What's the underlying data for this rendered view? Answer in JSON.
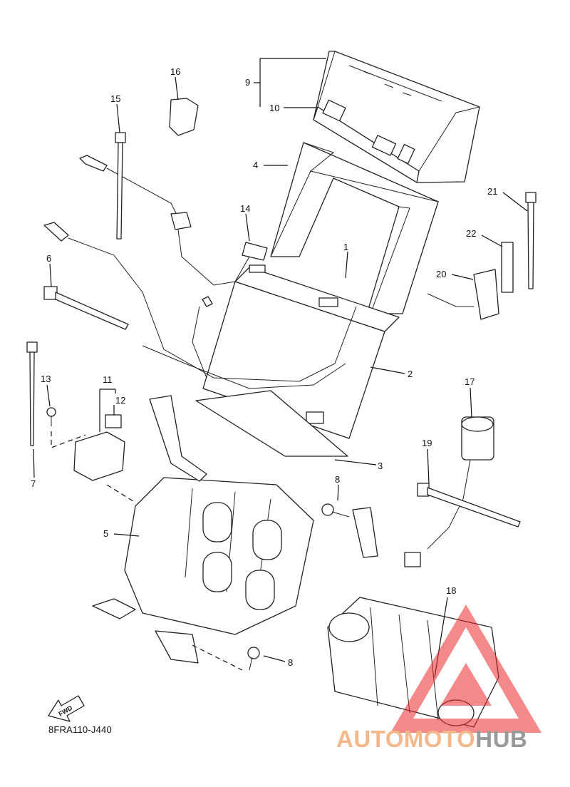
{
  "figure_code": "8FRA110-J440",
  "fwd_label": "FWD",
  "callouts": {
    "c1": "1",
    "c2": "2",
    "c3": "3",
    "c4": "4",
    "c5": "5",
    "c6": "6",
    "c7": "7",
    "c8a": "8",
    "c8b": "8",
    "c9": "9",
    "c10": "10",
    "c11": "11",
    "c12": "12",
    "c13": "13",
    "c14": "14",
    "c15": "15",
    "c16": "16",
    "c17": "17",
    "c18": "18",
    "c19": "19",
    "c20": "20",
    "c21": "21",
    "c22": "22"
  },
  "watermark": {
    "part1": "AUTOMOTO",
    "part2": "HUB",
    "color_primary": "#f5b88a",
    "color_secondary": "#9a9a9a",
    "triangle_color": "#ee2a2a"
  }
}
